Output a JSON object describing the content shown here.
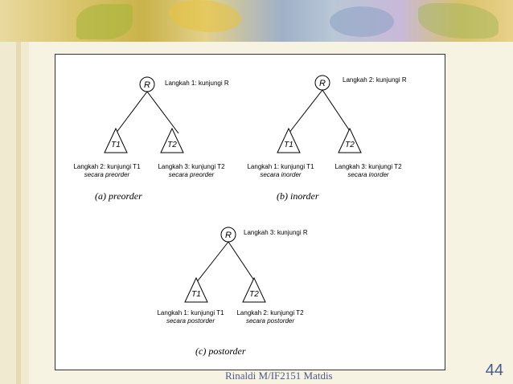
{
  "diagram": {
    "preorder": {
      "root": "R",
      "left": "T1",
      "right": "T2",
      "step1": "Langkah 1: kunjungi R",
      "step2_a": "Langkah 2: kunjungi T1",
      "step2_b": "secara preorder",
      "step3_a": "Langkah 3: kunjungi T2",
      "step3_b": "secara preorder",
      "caption": "(a) preorder"
    },
    "inorder": {
      "root": "R",
      "left": "T1",
      "right": "T2",
      "step2": "Langkah 2: kunjungi R",
      "step1_a": "Langkah 1: kunjungi T1",
      "step1_b": "secara inorder",
      "step3_a": "Langkah 3: kunjungi T2",
      "step3_b": "secara inorder",
      "caption": "(b) inorder"
    },
    "postorder": {
      "root": "R",
      "left": "T1",
      "right": "T2",
      "step3": "Langkah 3: kunjungi R",
      "step1_a": "Langkah 1: kunjungi T1",
      "step1_b": "secara postorder",
      "step2_a": "Langkah 2: kunjungi T2",
      "step2_b": "secara postorder",
      "caption": "(c) postorder"
    }
  },
  "footer": {
    "text": "Rinaldi M/IF2151 Matdis",
    "page": "44"
  }
}
